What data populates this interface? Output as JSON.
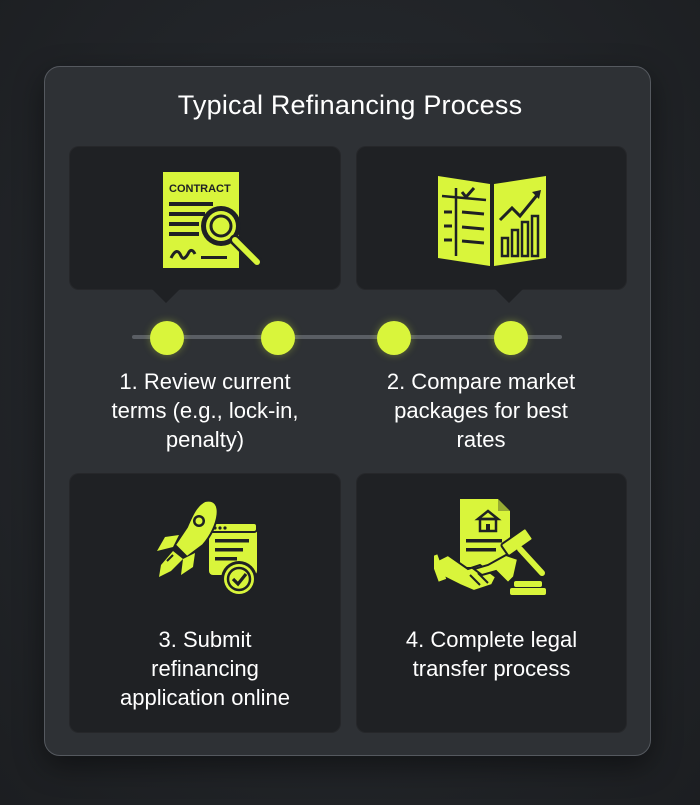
{
  "title": "Typical Refinancing Process",
  "accent_color": "#d9f53b",
  "steps": [
    {
      "icon": "contract-magnifier-icon",
      "contract_label": "CONTRACT",
      "lines": [
        "1. Review current",
        "terms (e.g., lock-in,",
        "penalty)"
      ]
    },
    {
      "icon": "comparison-chart-icon",
      "lines": [
        "2. Compare market",
        "packages for best",
        "rates"
      ]
    },
    {
      "icon": "rocket-application-icon",
      "lines": [
        "3. Submit",
        "refinancing",
        "application online"
      ]
    },
    {
      "icon": "legal-handshake-icon",
      "lines": [
        "4. Complete legal",
        "transfer process"
      ]
    }
  ]
}
